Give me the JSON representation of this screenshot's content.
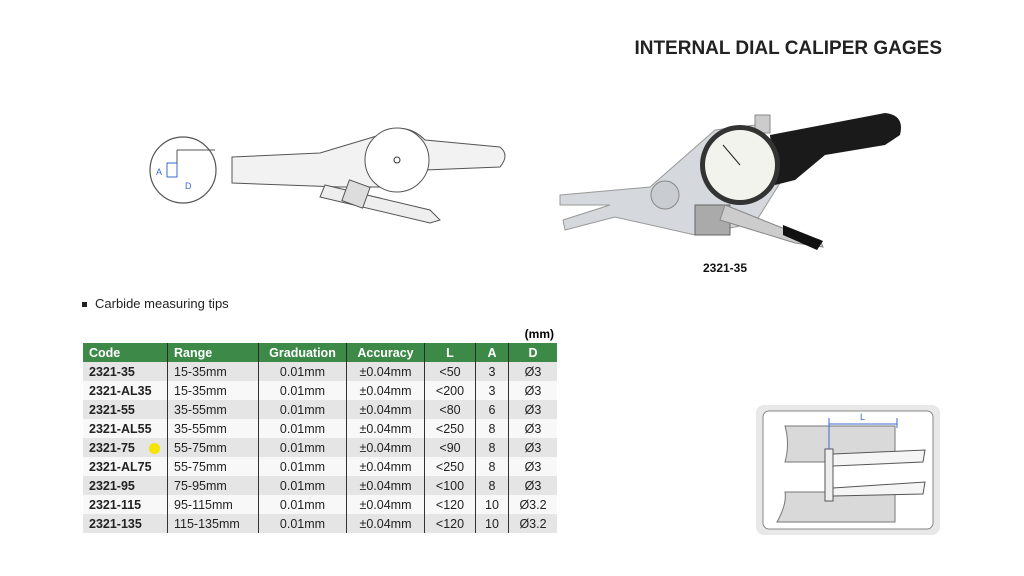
{
  "title": "INTERNAL DIAL CALIPER GAGES",
  "photo_caption": "2321-35",
  "feature": "Carbide measuring tips",
  "unit": "(mm)",
  "diagram_labels": {
    "a": "A",
    "d": "D",
    "l": "L"
  },
  "table": {
    "headers": [
      "Code",
      "Range",
      "Graduation",
      "Accuracy",
      "L",
      "A",
      "D"
    ],
    "rows": [
      [
        "2321-35",
        "15-35mm",
        "0.01mm",
        "±0.04mm",
        "<50",
        "3",
        "Ø3"
      ],
      [
        "2321-AL35",
        "15-35mm",
        "0.01mm",
        "±0.04mm",
        "<200",
        "3",
        "Ø3"
      ],
      [
        "2321-55",
        "35-55mm",
        "0.01mm",
        "±0.04mm",
        "<80",
        "6",
        "Ø3"
      ],
      [
        "2321-AL55",
        "35-55mm",
        "0.01mm",
        "±0.04mm",
        "<250",
        "8",
        "Ø3"
      ],
      [
        "2321-75",
        "55-75mm",
        "0.01mm",
        "±0.04mm",
        "<90",
        "8",
        "Ø3"
      ],
      [
        "2321-AL75",
        "55-75mm",
        "0.01mm",
        "±0.04mm",
        "<250",
        "8",
        "Ø3"
      ],
      [
        "2321-95",
        "75-95mm",
        "0.01mm",
        "±0.04mm",
        "<100",
        "8",
        "Ø3"
      ],
      [
        "2321-115",
        "95-115mm",
        "0.01mm",
        "±0.04mm",
        "<120",
        "10",
        "Ø3.2"
      ],
      [
        "2321-135",
        "115-135mm",
        "0.01mm",
        "±0.04mm",
        "<120",
        "10",
        "Ø3.2"
      ]
    ]
  },
  "colors": {
    "header": "#3d8a48",
    "highlight": "#f5e400"
  }
}
